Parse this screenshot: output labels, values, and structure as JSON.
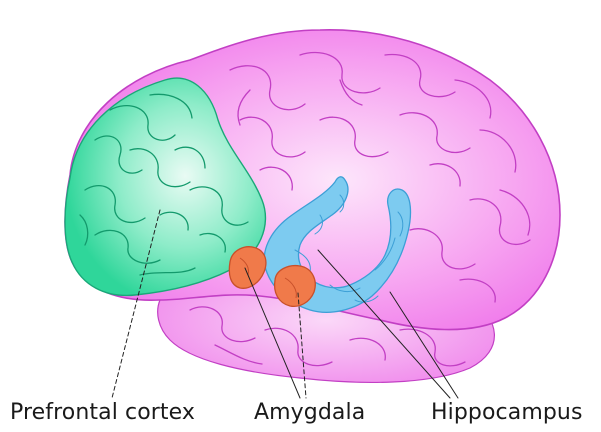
{
  "labels": {
    "prefrontal_cortex": "Prefrontal cortex",
    "amygdala": "Amygdala",
    "hippocampus": "Hippocampus"
  },
  "colors": {
    "brain_fill": "#f07ef0",
    "brain_fill_light": "#f9c8f6",
    "brain_outline": "#c23fc4",
    "prefrontal_fill": "#39dfa6",
    "prefrontal_light": "#d8f8ec",
    "hippocampus_fill": "#78c8ee",
    "amygdala_fill": "#f07848",
    "text": "#1a1a1a"
  },
  "icons": {
    "brain": "brain-illustration"
  }
}
